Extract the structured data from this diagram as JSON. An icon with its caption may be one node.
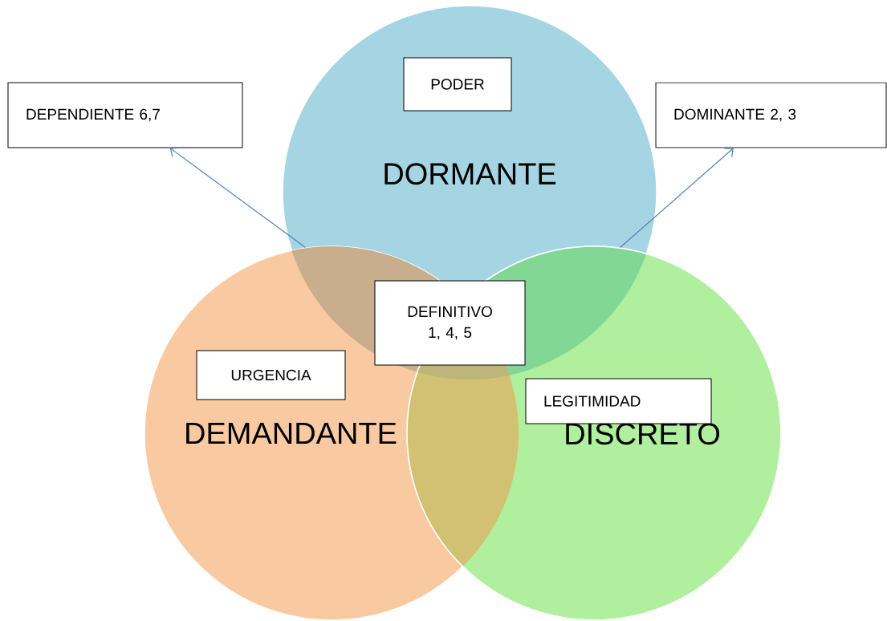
{
  "diagram": {
    "nodes": [
      {
        "text": [
          "DORMANTE"
        ]
      },
      {
        "text": [
          "PODER"
        ],
        "in": 0
      },
      {
        "text": [
          "DEPENDIENTE 6,7"
        ]
      },
      {
        "text": [
          "DOMINANTE 2, 3"
        ]
      },
      {
        "text": [
          "DEMANDANTE"
        ]
      },
      {
        "text": [
          "URGENCIA"
        ],
        "in": 4
      },
      {
        "text": [
          "DEFINITIVO 1, 4, 5"
        ]
      },
      {
        "text": [
          "DISCRETO"
        ]
      },
      {
        "text": [
          "LEGITIMIDAD"
        ],
        "in": 7
      }
    ],
    "edges": [
      {
        "from": 4,
        "to": 2,
        "arrow": "to"
      },
      {
        "from": 7,
        "to": 3,
        "arrow": "to"
      }
    ]
  }
}
